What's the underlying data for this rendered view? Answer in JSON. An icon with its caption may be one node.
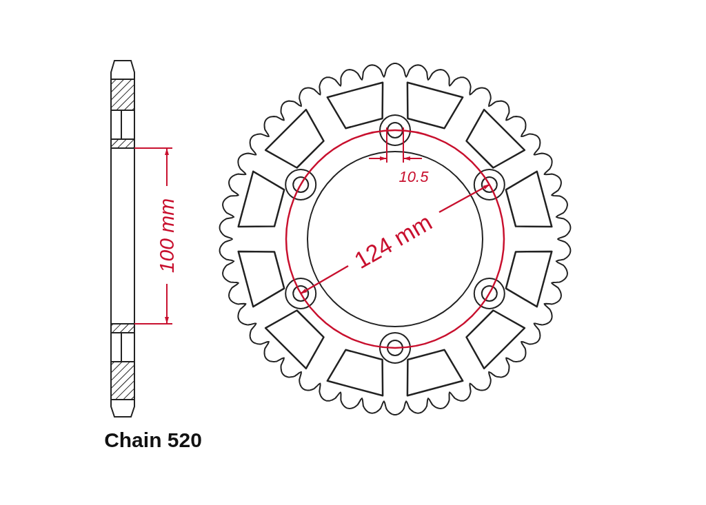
{
  "diagram": {
    "labels": [
      "100 mm",
      "10.5",
      "124 mm",
      "Chain 520"
    ]
  }
}
